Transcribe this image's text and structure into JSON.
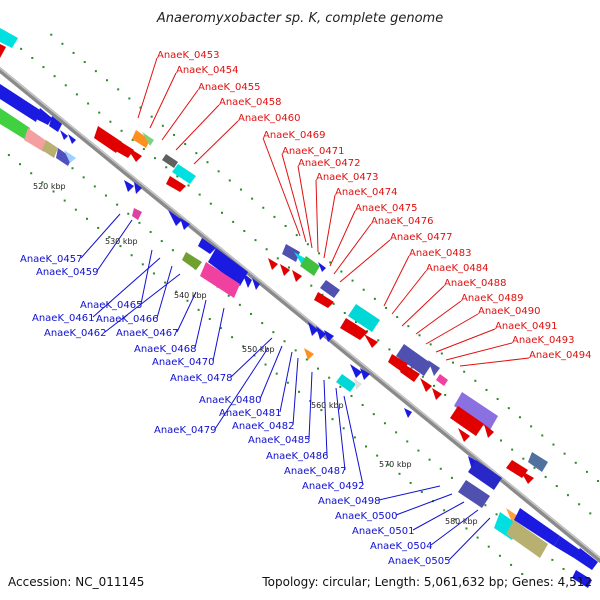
{
  "title": "Anaeromyxobacter sp. K, complete genome",
  "accession": "Accession: NC_011145",
  "topology": "Topology: circular; Length: 5,061,632 bp; Genes: 4,512",
  "colors": {
    "red_labels": "#e01010",
    "blue_labels": "#1010d0",
    "backbone": "#888888"
  },
  "kbp_labels": [
    "520 kbp",
    "530 kbp",
    "540 kbp",
    "550 kbp",
    "560 kbp",
    "570 kbp",
    "580 kbp"
  ],
  "top_labels": [
    "AnaeK_0453",
    "AnaeK_0454",
    "AnaeK_0455",
    "AnaeK_0458",
    "AnaeK_0460",
    "AnaeK_0469",
    "AnaeK_0471",
    "AnaeK_0472",
    "AnaeK_0473",
    "AnaeK_0474",
    "AnaeK_0475",
    "AnaeK_0476",
    "AnaeK_0477",
    "AnaeK_0483",
    "AnaeK_0484",
    "AnaeK_0488",
    "AnaeK_0489",
    "AnaeK_0490",
    "AnaeK_0491",
    "AnaeK_0493",
    "AnaeK_0494"
  ],
  "bottom_labels": [
    "AnaeK_0457",
    "AnaeK_0459",
    "AnaeK_0465",
    "AnaeK_0461",
    "AnaeK_0466",
    "AnaeK_0462",
    "AnaeK_0467",
    "AnaeK_0468",
    "AnaeK_0470",
    "AnaeK_0478",
    "AnaeK_0480",
    "AnaeK_0481",
    "AnaeK_0479",
    "AnaeK_0482",
    "AnaeK_0485",
    "AnaeK_0486",
    "AnaeK_0487",
    "AnaeK_0492",
    "AnaeK_0498",
    "AnaeK_0500",
    "AnaeK_0501",
    "AnaeK_0504",
    "AnaeK_0505"
  ]
}
